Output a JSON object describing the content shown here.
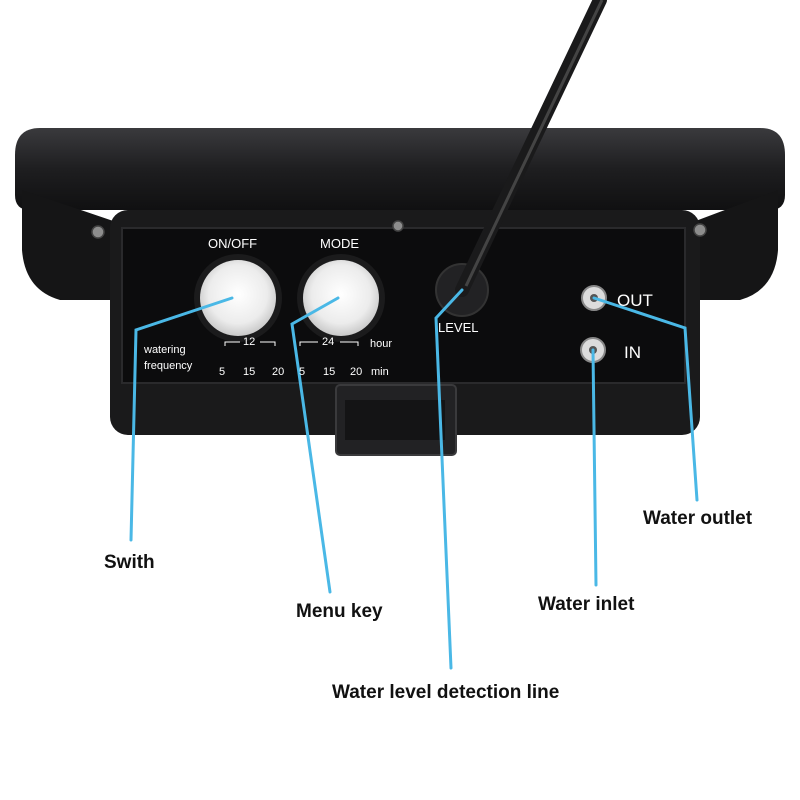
{
  "panel": {
    "on_off": "ON/OFF",
    "mode": "MODE",
    "level": "LEVEL",
    "out": "OUT",
    "in": "IN",
    "watering": "watering",
    "frequency": "frequency",
    "scale_12": "12",
    "scale_24": "24",
    "hour": "hour",
    "min_unit": "min",
    "tick_5a": "5",
    "tick_15a": "15",
    "tick_20a": "20",
    "tick_5b": "5",
    "tick_15b": "15",
    "tick_20b": "20"
  },
  "callouts": {
    "switch": "Swith",
    "menu_key": "Menu key",
    "level_line": "Water level detection line",
    "water_inlet": "Water inlet",
    "water_outlet": "Water outlet"
  },
  "colors": {
    "leader": "#4ab8e6",
    "device_body": "#1c1c1e",
    "panel": "#0f0f10",
    "knob": "#f3f3f3"
  }
}
